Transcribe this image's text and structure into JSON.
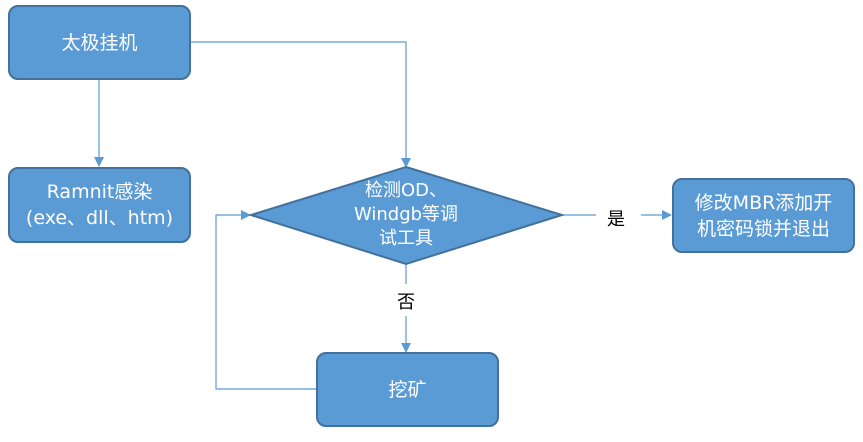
{
  "nodes": {
    "start": "太极挂机",
    "ramnit_line1": "Ramnit感染",
    "ramnit_line2": "(exe、dll、htm)",
    "decision_line1": "检测OD、",
    "decision_line2": "Windgb等调",
    "decision_line3": "试工具",
    "modify_line1": "修改MBR添加开",
    "modify_line2": "机密码锁并退出",
    "mining": "挖矿"
  },
  "edges": {
    "yes": "是",
    "no": "否"
  },
  "colors": {
    "fill": "#5b9bd5",
    "border": "#41719c",
    "connector": "#5b9bd5",
    "text": "#ffffff"
  }
}
